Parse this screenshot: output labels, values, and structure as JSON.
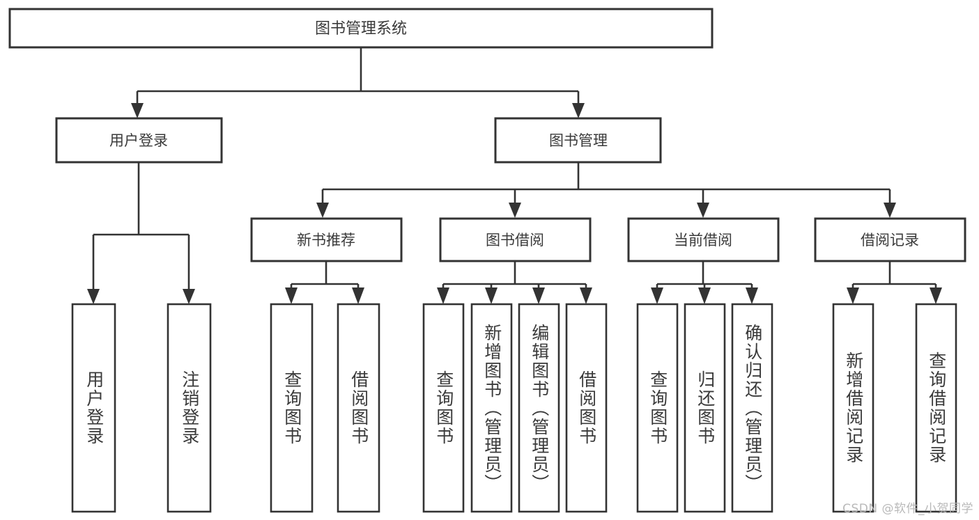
{
  "diagram": {
    "type": "hierarchy-tree",
    "title": "图书管理系统",
    "orientation": "top-down",
    "colors": {
      "box_stroke": "#333333",
      "box_fill": "#ffffff",
      "text": "#3a3a3a",
      "background": "#ffffff",
      "watermark": "#b9b9b9"
    },
    "root": {
      "label": "图书管理系统"
    },
    "level2": {
      "user_login": "用户登录",
      "book_manage": "图书管理"
    },
    "level3": {
      "new_book_recommend": "新书推荐",
      "book_borrow": "图书借阅",
      "current_borrow": "当前借阅",
      "borrow_record": "借阅记录"
    },
    "leaves": {
      "user_login_children": [
        "用户登录",
        "注销登录"
      ],
      "new_book_recommend_children": [
        "查询图书",
        "借阅图书"
      ],
      "book_borrow_children": [
        "查询图书",
        "新增图书（管理员）",
        "编辑图书（管理员）",
        "借阅图书"
      ],
      "current_borrow_children": [
        "查询图书",
        "归还图书",
        "确认归还（管理员）"
      ],
      "borrow_record_children": [
        "新增借阅记录",
        "查询借阅记录"
      ]
    },
    "watermark": "CSDN @软件_小贺同学"
  }
}
